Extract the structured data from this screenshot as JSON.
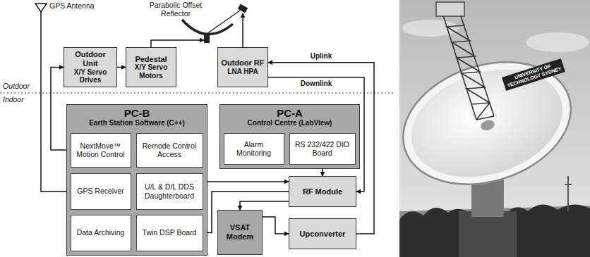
{
  "diagram": {
    "nodes": [
      {
        "text": [
          "Outdoor Unit",
          "X/Y Servo Drives"
        ]
      },
      {
        "text": [
          "Pedestal",
          "X/Y Servo Motors"
        ]
      },
      {
        "text": [
          "Outdoor RF",
          "LNA HPA"
        ]
      },
      {
        "text": [
          "PC-B",
          "Earth Station Software (C++)"
        ]
      },
      {
        "text": [
          "NextMove™ Motion Control"
        ],
        "in": 3
      },
      {
        "text": [
          "Remode Control Access"
        ],
        "in": 3
      },
      {
        "text": [
          "GPS Receiver"
        ],
        "in": 3
      },
      {
        "text": [
          "U/L & D/L DDS Daughterboard"
        ],
        "in": 3
      },
      {
        "text": [
          "Data Archiving"
        ],
        "in": 3
      },
      {
        "text": [
          "Twin DSP Board"
        ],
        "in": 3
      },
      {
        "text": [
          "PC-A",
          "Control Centre (LabView)"
        ]
      },
      {
        "text": [
          "Alarm Monitoring"
        ],
        "in": 10
      },
      {
        "text": [
          "RS 232/422 DIO Board"
        ],
        "in": 10
      },
      {
        "text": [
          "RF Module"
        ]
      },
      {
        "text": [
          "VSAT Modem"
        ]
      },
      {
        "text": [
          "Upconverter"
        ]
      }
    ],
    "edges": [
      {
        "from": 4,
        "to": 0,
        "arrow": "to"
      },
      {
        "from": 0,
        "to": 1,
        "arrow": "to"
      },
      {
        "from": 15,
        "to": 2,
        "arrow": "to",
        "label": "Uplink"
      },
      {
        "from": 2,
        "to": 13,
        "arrow": "to",
        "label": "Downlink"
      },
      {
        "from": 7,
        "to": 13,
        "arrow": "to"
      },
      {
        "from": 12,
        "to": 13,
        "arrow": "to"
      },
      {
        "from": 13,
        "to": 9,
        "arrow": "to"
      },
      {
        "from": 13,
        "to": 14,
        "arrow": "to"
      },
      {
        "from": 14,
        "to": 15,
        "arrow": "to"
      }
    ],
    "labels": [
      "GPS Antenna",
      "Parabolic Offset Reflector",
      "Outdoor",
      "Indoor",
      "UNIVERSITY OF TECHNOLOGY SYDNEY"
    ]
  }
}
